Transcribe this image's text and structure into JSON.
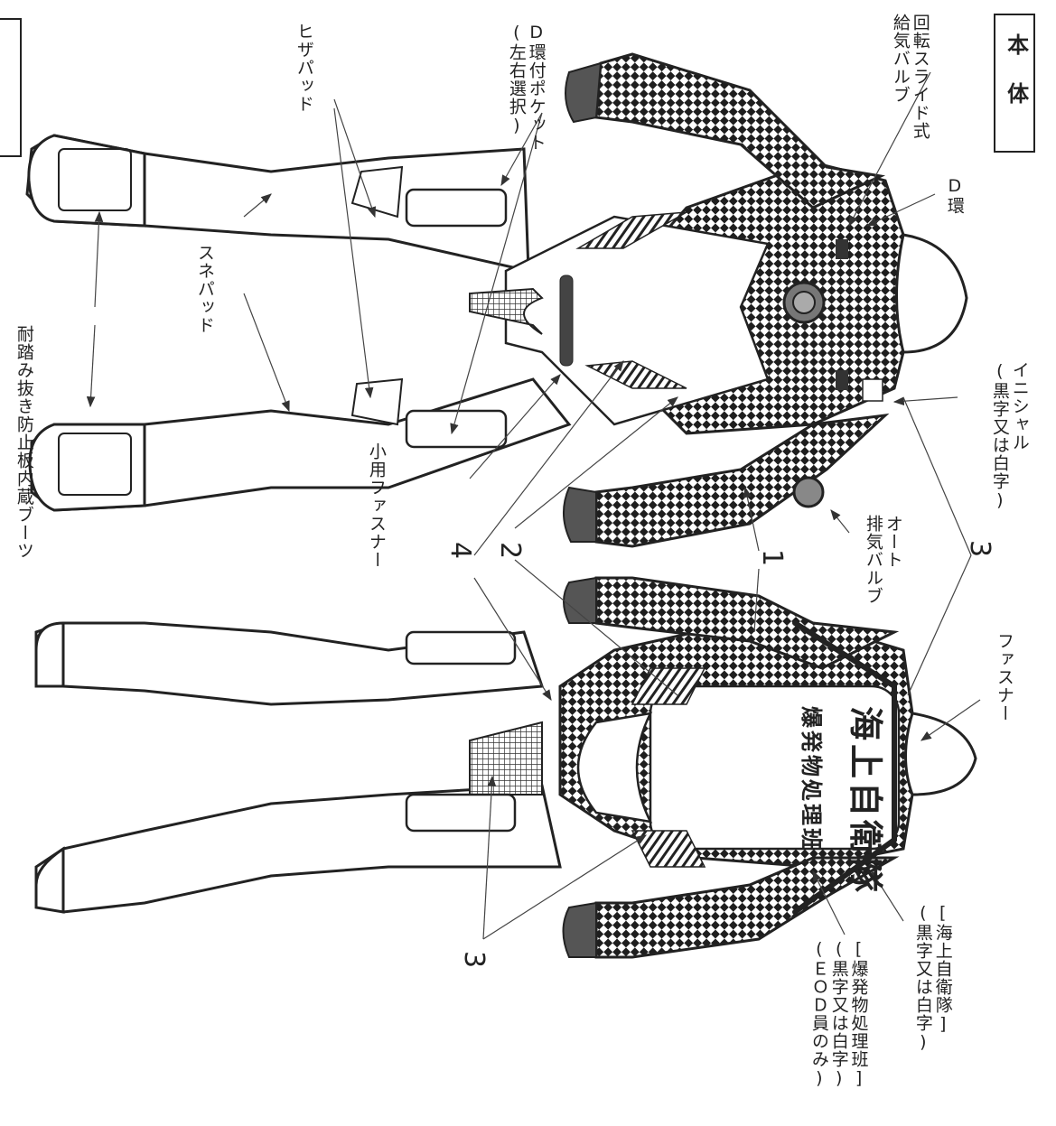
{
  "title": "本 体",
  "labels": {
    "rotary_valve": "回転スライド式\n給気バルブ",
    "d_ring": "D環",
    "initial": "イニシャル\n(黒字又は白字)",
    "d_ring_pocket": "D環付ポケット\n(左右選択)",
    "knee_pad": "ヒザパッド",
    "shin_pad": "スネパッド",
    "boot": "耐踏み抜き防止板内蔵ブーツ",
    "small_fastener": "小用ファスナー",
    "auto_exhaust": "オート\n排気バルブ",
    "fastener": "ファスナー",
    "jmsdf_label": "[海上自衛隊]\n(黒字又は白字)",
    "eod_label": "[爆発物処理班]\n(黒字又は白字)\n(ＥＯＤ員のみ)"
  },
  "numbers": {
    "n1": "1",
    "n2": "2",
    "n3_top": "3",
    "n4": "4",
    "n3_bottom": "3"
  },
  "back_print": {
    "line1": "海上自衛隊",
    "line2": "爆発物処理班"
  },
  "colors": {
    "ink": "#222222",
    "check": "#1e1e1e",
    "paper": "#ffffff"
  }
}
